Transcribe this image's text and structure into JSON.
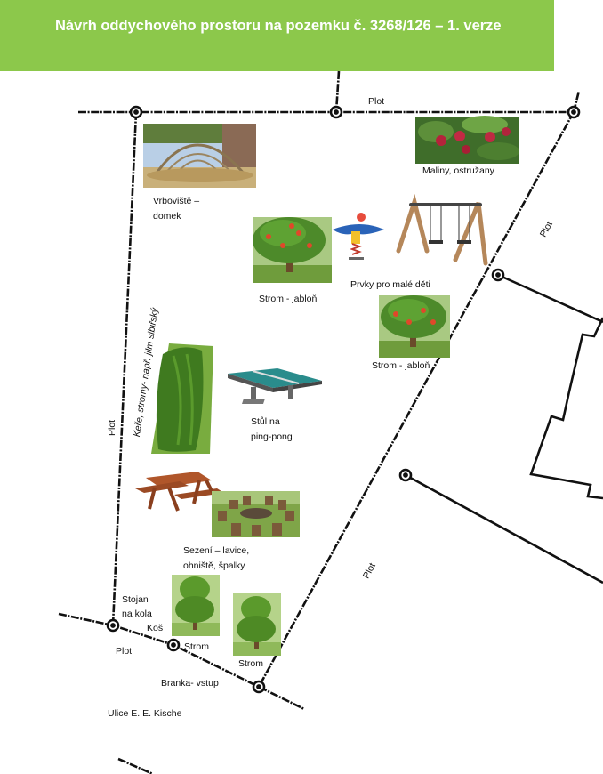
{
  "header": {
    "title": "Návrh oddychového prostoru na pozemku č. 3268/126 – 1. verze",
    "background": "#8cc84b",
    "text_color": "#ffffff"
  },
  "labels": {
    "plot_top": "Plot",
    "plot_right_upper": "Plot",
    "plot_left": "Plot",
    "plot_right_lower": "Plot",
    "plot_bottom": "Plot",
    "raspberries": "Maliny, ostružany",
    "willow_line1": "Vrboviště –",
    "willow_line2": "domek",
    "tree1": "Strom - jabloň",
    "tree2": "Strom - jabloň",
    "kids": "Prvky pro malé děti",
    "shrubs": "Keře, stromy- např. jilm sibiřský",
    "pingpong_line1": "Stůl na",
    "pingpong_line2": "ping-pong",
    "seating_line1": "Sezení – lavice,",
    "seating_line2": "ohniště, špalky",
    "bike_line1": "Stojan",
    "bike_line2": "na kola",
    "bin": "Koš",
    "tree3": "Strom",
    "tree4": "Strom",
    "gate": "Branka- vstup",
    "street": "Ulice E. E. Kische"
  },
  "icons": {
    "willow_house": "willow-dome-photo",
    "raspberries": "raspberry-bush-photo",
    "apple_tree": "apple-tree-photo",
    "playground": "swing-and-spring-rider-photo",
    "hedge": "thuja-hedge-photo",
    "pingpong": "pingpong-table-photo",
    "picnic_table": "picnic-table-photo",
    "firepit": "stump-circle-firepit-photo",
    "topiary_tree": "topiary-tree-photo"
  }
}
